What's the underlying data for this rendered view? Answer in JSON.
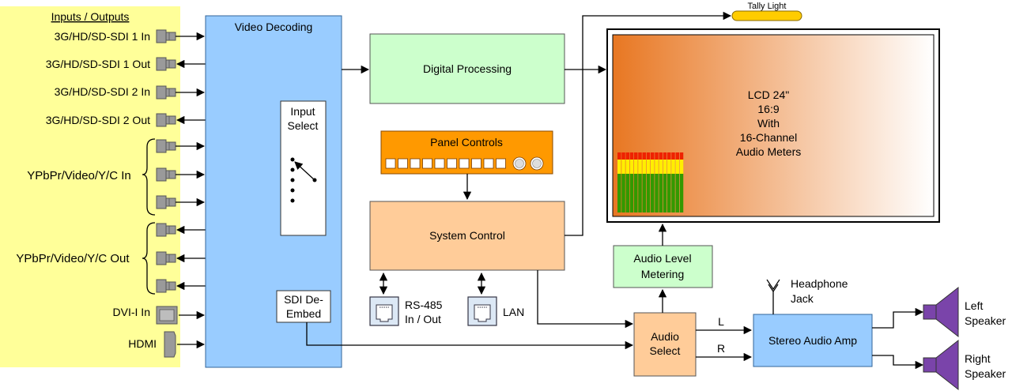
{
  "io_panel": {
    "header": "Inputs / Outputs",
    "sdi_ports": [
      {
        "label": "3G/HD/SD-SDI 1 In",
        "dir": "in"
      },
      {
        "label": "3G/HD/SD-SDI 1 Out",
        "dir": "out"
      },
      {
        "label": "3G/HD/SD-SDI 2 In",
        "dir": "in"
      },
      {
        "label": "3G/HD/SD-SDI 2 Out",
        "dir": "out"
      }
    ],
    "analog_in_label": "YPbPr/Video/Y/C In",
    "analog_out_label": "YPbPr/Video/Y/C Out",
    "dvi_label": "DVI-I In",
    "hdmi_label": "HDMI"
  },
  "video_decoding": {
    "title": "Video Decoding",
    "input_select": [
      "Input",
      "Select"
    ],
    "sdi_deembed": [
      "SDI De-",
      "Embed"
    ]
  },
  "digital_processing": {
    "title": "Digital Processing"
  },
  "panel_controls": {
    "title": "Panel Controls",
    "button_count": 10,
    "knob_count": 2
  },
  "system_control": {
    "title": "System Control"
  },
  "rs485": {
    "label": [
      "RS-485",
      "In / Out"
    ]
  },
  "lan": {
    "label": "LAN"
  },
  "tally": {
    "label": "Tally Light"
  },
  "lcd": {
    "lines": [
      "LCD 24\"",
      "16:9",
      "With",
      "16-Channel",
      "Audio Meters"
    ],
    "meter_channels": 16
  },
  "audio_level_metering": {
    "title": [
      "Audio Level",
      "Metering"
    ]
  },
  "audio_select": {
    "title": [
      "Audio",
      "Select"
    ]
  },
  "stereo_amp": {
    "title": "Stereo Audio Amp",
    "left_channel": "L",
    "right_channel": "R"
  },
  "headphone": {
    "label": [
      "Headphone",
      "Jack"
    ]
  },
  "speakers": {
    "left": [
      "Left",
      "Speaker"
    ],
    "right": [
      "Right",
      "Speaker"
    ]
  },
  "colors": {
    "io_panel": "#ffff99",
    "video_decoding": "#99ccff",
    "digital_processing": "#ccffcc",
    "panel_controls": "#ff9900",
    "system_control": "#ffcc99",
    "tally": "#ffcc00",
    "lcd_gradient_start": "#e87722",
    "meter_green": "#339900",
    "meter_yellow": "#ffee00",
    "meter_red": "#ee2200",
    "speaker": "#7a44aa"
  }
}
